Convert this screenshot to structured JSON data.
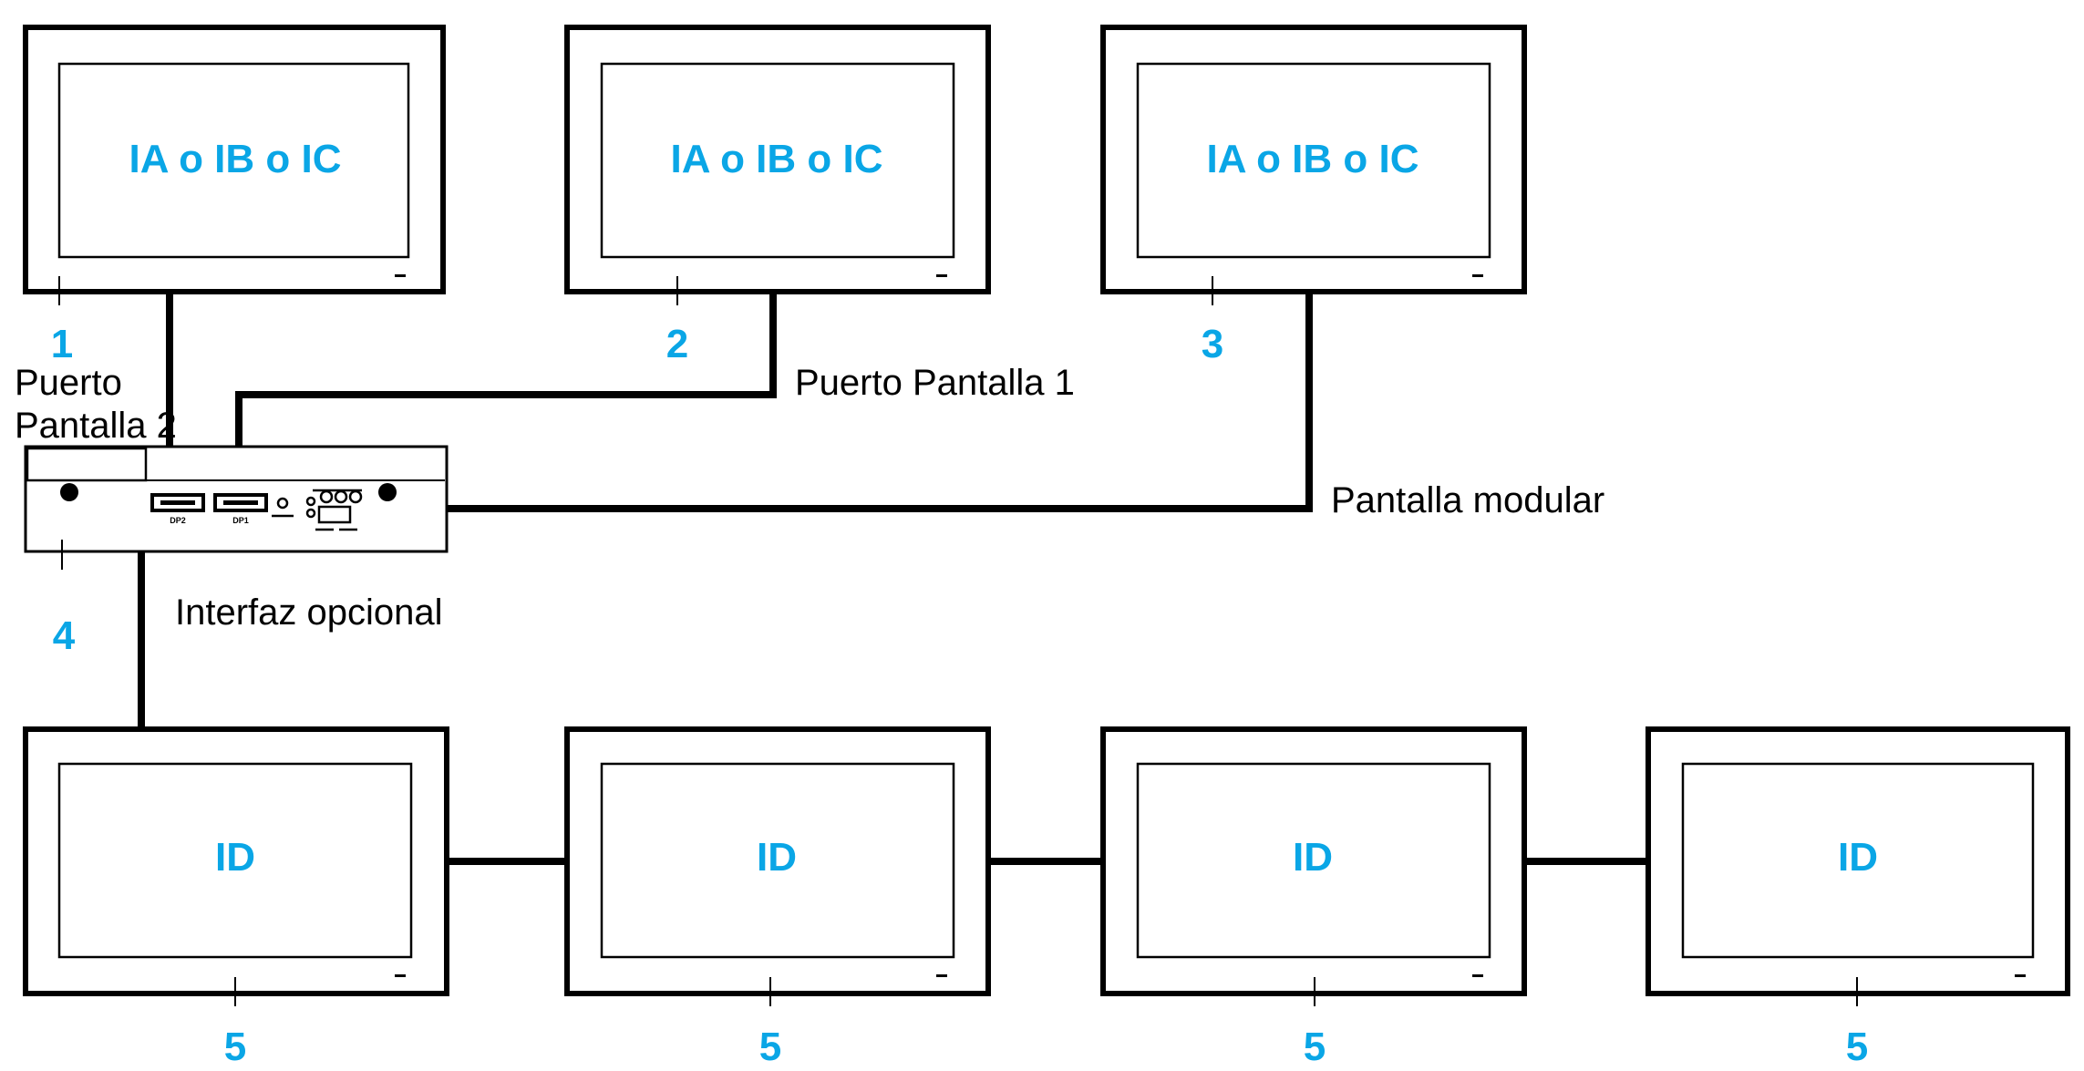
{
  "colors": {
    "accent": "#0aa6e6",
    "line": "#000000",
    "background": "#ffffff"
  },
  "panels_top": [
    {
      "label": "IA o IB o IC",
      "callout": "1"
    },
    {
      "label": "IA o IB o IC",
      "callout": "2"
    },
    {
      "label": "IA o IB o IC",
      "callout": "3"
    }
  ],
  "panels_bottom": [
    {
      "label": "ID",
      "callout": "5"
    },
    {
      "label": "ID",
      "callout": "5"
    },
    {
      "label": "ID",
      "callout": "5"
    },
    {
      "label": "ID",
      "callout": "5"
    }
  ],
  "box": {
    "callout": "4",
    "port_dp2": "DP2",
    "port_dp1": "DP1"
  },
  "annotations": {
    "port2_line1": "Puerto",
    "port2_line2": "Pantalla 2",
    "port1": "Puerto Pantalla 1",
    "modular": "Pantalla modular",
    "optional": "Interfaz opcional"
  }
}
